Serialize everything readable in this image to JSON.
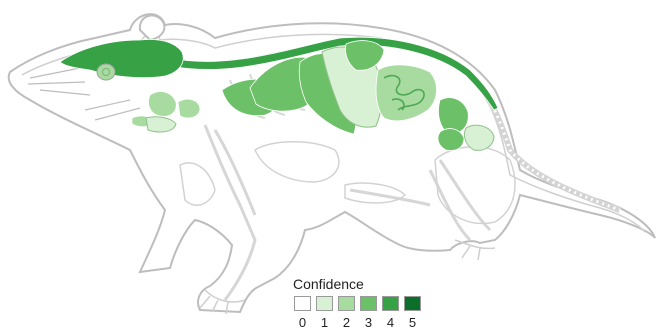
{
  "diagram": {
    "type": "anatomical-heatmap",
    "subject": "mouse",
    "outline_color": "#bdbdbd",
    "organs": [
      {
        "id": "brain",
        "level": 4
      },
      {
        "id": "spinal-cord",
        "level": 4
      },
      {
        "id": "eye",
        "level": 2
      },
      {
        "id": "salivary-gland",
        "level": 2
      },
      {
        "id": "lymph-node",
        "level": 2
      },
      {
        "id": "thymus",
        "level": 1
      },
      {
        "id": "lung",
        "level": 3
      },
      {
        "id": "heart",
        "level": 3
      },
      {
        "id": "liver",
        "level": 3
      },
      {
        "id": "stomach",
        "level": 1
      },
      {
        "id": "spleen",
        "level": 3
      },
      {
        "id": "intestine",
        "level": 2
      },
      {
        "id": "kidney",
        "level": 3
      },
      {
        "id": "bladder",
        "level": 1
      },
      {
        "id": "muscle",
        "level": 0
      },
      {
        "id": "skeleton",
        "level": 0
      }
    ]
  },
  "legend": {
    "title": "Confidence",
    "levels": [
      {
        "label": "0",
        "color": "#ffffff"
      },
      {
        "label": "1",
        "color": "#d8f0d3"
      },
      {
        "label": "2",
        "color": "#a8dba0"
      },
      {
        "label": "3",
        "color": "#6cc068"
      },
      {
        "label": "4",
        "color": "#37a145"
      },
      {
        "label": "5",
        "color": "#0b6e2a"
      }
    ]
  }
}
